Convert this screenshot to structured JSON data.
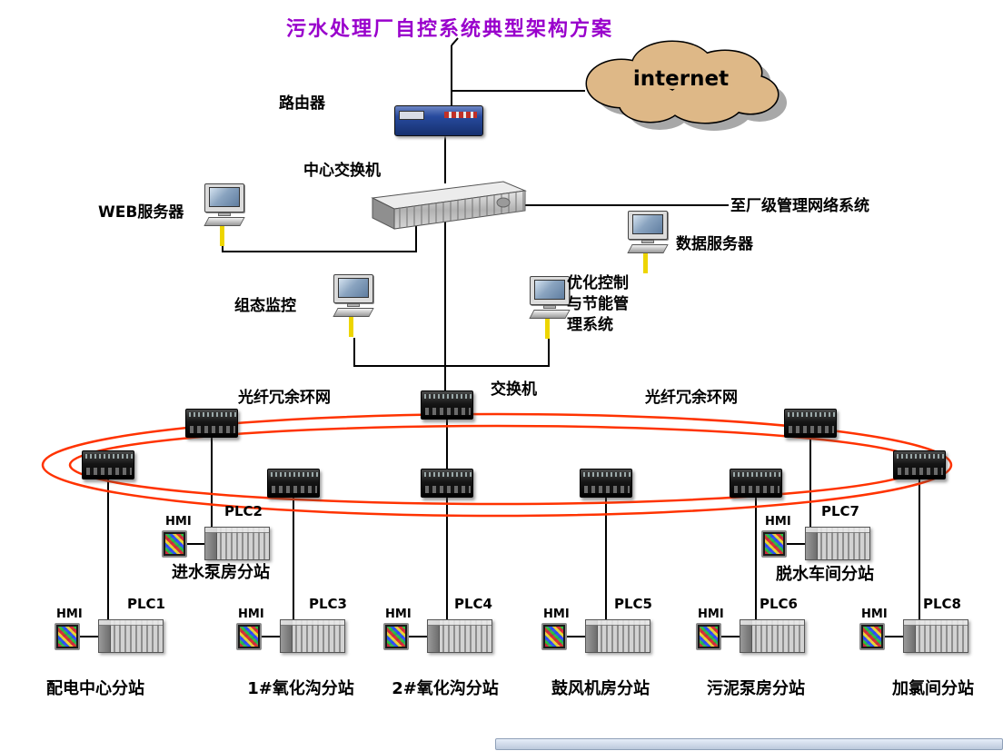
{
  "title": "污水处理厂自控系统典型架构方案",
  "colors": {
    "title_text": "#9900cc",
    "fiber_ring": "#ff3300",
    "cloud_fill": "#deb887",
    "connector_line": "#000000",
    "cable_yellow": "#edd500"
  },
  "internet": {
    "label": "internet"
  },
  "labels": {
    "router": "路由器",
    "central_switch": "中心交换机",
    "plant_network": "至厂级管理网络系统",
    "web_server": "WEB服务器",
    "data_server": "数据服务器",
    "scada": "组态监控",
    "optimize": "优化控制\n与节能管\n理系统",
    "switch": "交换机",
    "fiber_ring_left": "光纤冗余环网",
    "fiber_ring_right": "光纤冗余环网"
  },
  "stations": [
    {
      "plc": "PLC1",
      "hmi": "HMI",
      "name": "配电中心分站"
    },
    {
      "plc": "PLC2",
      "hmi": "HMI",
      "name": "进水泵房分站"
    },
    {
      "plc": "PLC3",
      "hmi": "HMI",
      "name": "1#氧化沟分站"
    },
    {
      "plc": "PLC4",
      "hmi": "HMI",
      "name": "2#氧化沟分站"
    },
    {
      "plc": "PLC5",
      "hmi": "HMI",
      "name": "鼓风机房分站"
    },
    {
      "plc": "PLC6",
      "hmi": "HMI",
      "name": "污泥泵房分站"
    },
    {
      "plc": "PLC7",
      "hmi": "HMI",
      "name": "脱水车间分站"
    },
    {
      "plc": "PLC8",
      "hmi": "HMI",
      "name": "加氯间分站"
    }
  ]
}
